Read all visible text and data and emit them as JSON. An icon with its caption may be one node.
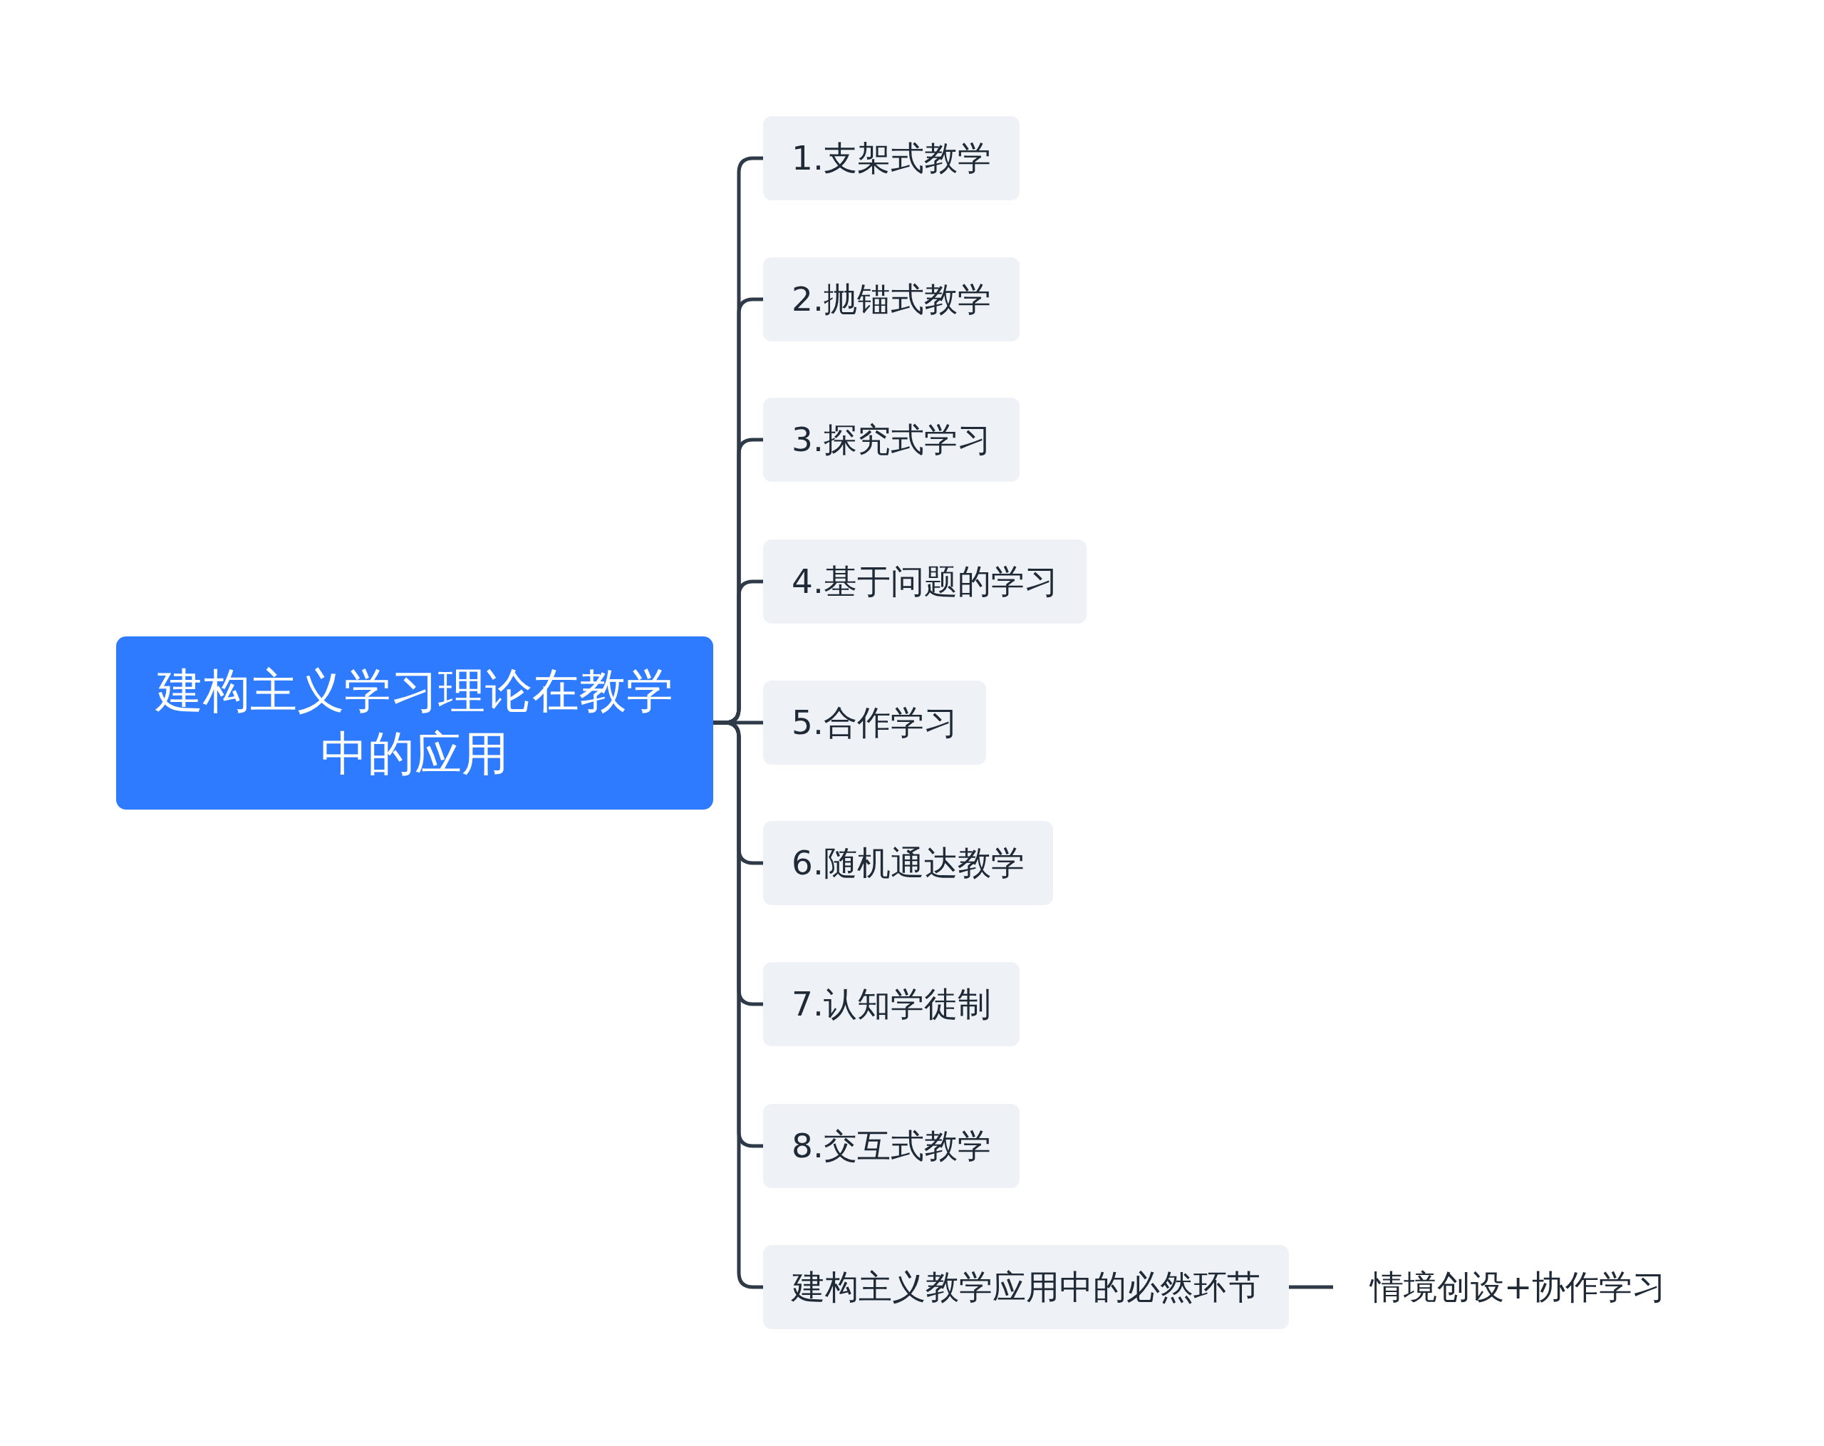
{
  "diagram": {
    "nodes": [
      {
        "text": [
          "建构主义学习理论在教学中的应用"
        ]
      },
      {
        "text": [
          "1.支架式教学"
        ]
      },
      {
        "text": [
          "2.抛锚式教学"
        ]
      },
      {
        "text": [
          "3.探究式学习"
        ]
      },
      {
        "text": [
          "4.基于问题的学习"
        ]
      },
      {
        "text": [
          "5.合作学习"
        ]
      },
      {
        "text": [
          "6.随机通达教学"
        ]
      },
      {
        "text": [
          "7.认知学徒制"
        ]
      },
      {
        "text": [
          "8.交互式教学"
        ]
      },
      {
        "text": [
          "建构主义教学应用中的必然环节"
        ]
      },
      {
        "text": [
          "情境创设+协作学习"
        ]
      }
    ],
    "edges": [
      {
        "from": 0,
        "to": 1,
        "arrow": "none"
      },
      {
        "from": 0,
        "to": 2,
        "arrow": "none"
      },
      {
        "from": 0,
        "to": 3,
        "arrow": "none"
      },
      {
        "from": 0,
        "to": 4,
        "arrow": "none"
      },
      {
        "from": 0,
        "to": 5,
        "arrow": "none"
      },
      {
        "from": 0,
        "to": 6,
        "arrow": "none"
      },
      {
        "from": 0,
        "to": 7,
        "arrow": "none"
      },
      {
        "from": 0,
        "to": 8,
        "arrow": "none"
      },
      {
        "from": 0,
        "to": 9,
        "arrow": "none"
      },
      {
        "from": 9,
        "to": 10,
        "arrow": "none"
      }
    ]
  }
}
